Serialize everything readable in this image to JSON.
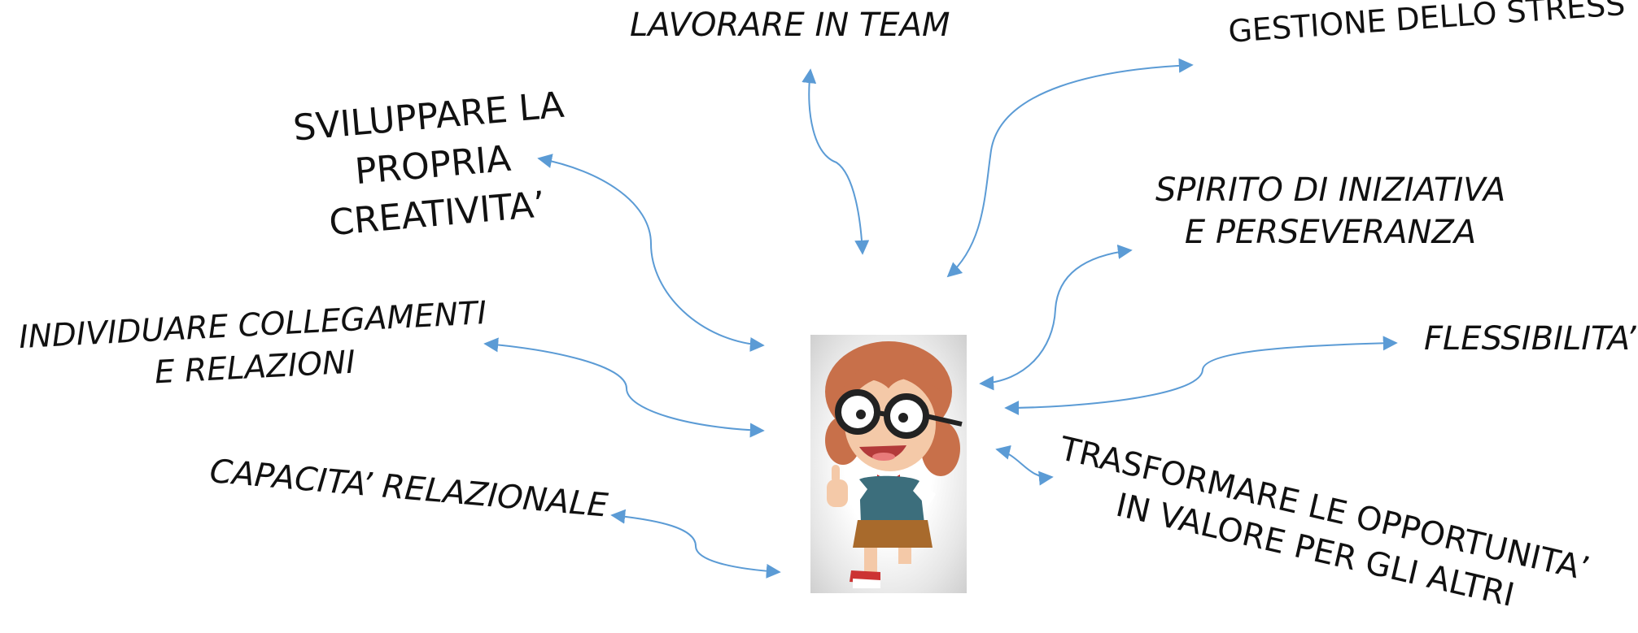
{
  "labels": {
    "lavorare": [
      "LAVORARE IN TEAM"
    ],
    "stress": [
      "GESTIONE DELLO STRESS"
    ],
    "creativita": [
      "SVILUPPARE LA",
      "PROPRIA",
      "CREATIVITA’"
    ],
    "iniziativa": [
      "SPIRITO DI INIZIATIVA",
      "E PERSEVERANZA"
    ],
    "collegamenti": [
      "INDIVIDUARE COLLEGAMENTI",
      "E RELAZIONI"
    ],
    "flessibilita": [
      "FLESSIBILITA’"
    ],
    "relazionale": [
      "CAPACITA’ RELAZIONALE"
    ],
    "trasformare": [
      "TRASFORMARE LE OPPORTUNITA’",
      "IN VALORE PER GLI ALTRI"
    ]
  },
  "colors": {
    "arrow": "#5b9bd5",
    "text": "#111111"
  },
  "figure_icon": "cartoon-girl-with-glasses"
}
